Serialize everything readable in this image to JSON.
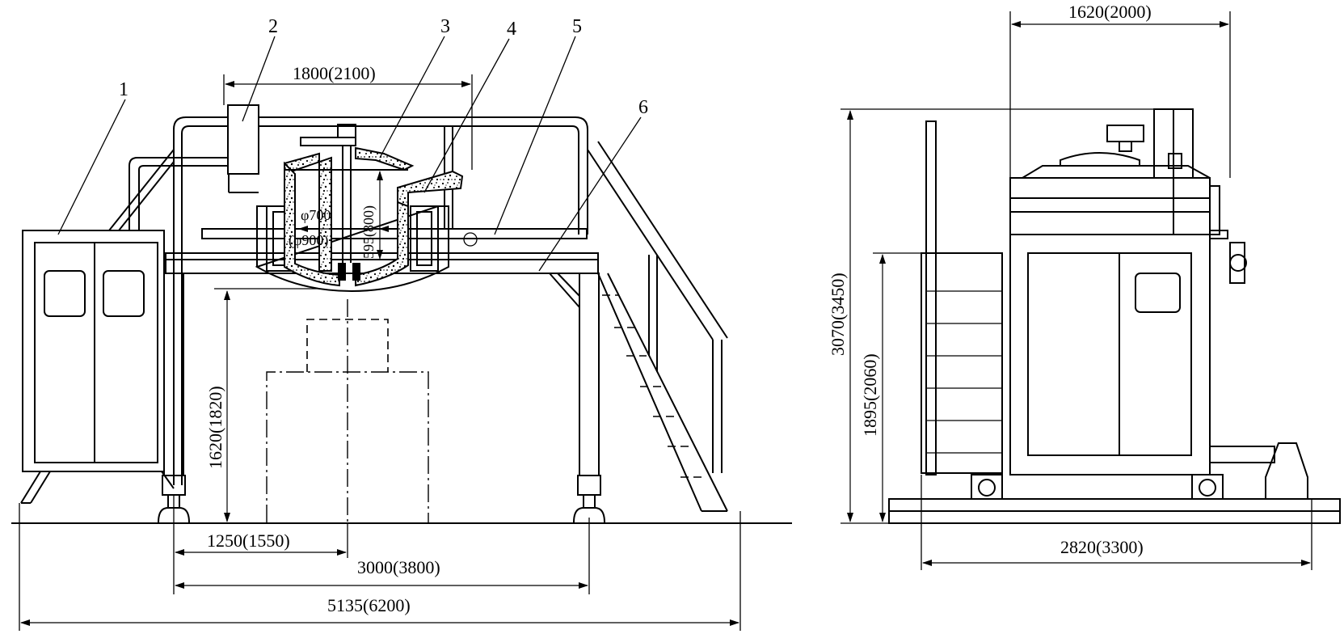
{
  "labels": {
    "l1": "1",
    "l2": "2",
    "l3": "3",
    "l4": "4",
    "l5": "5",
    "l6": "6"
  },
  "dims": {
    "top_span": "1800(2100)",
    "inner_dia": "φ700",
    "outer_dia": "(φ900)",
    "depth": "595(800)",
    "height": "1620(1820)",
    "offset": "1250(1550)",
    "leg_span": "3000(3800)",
    "overall_width": "5135(6200)",
    "side_top": "1620(2000)",
    "side_total_height": "3070(3450)",
    "side_platform_height": "1895(2060)",
    "side_base": "2820(3300)"
  }
}
